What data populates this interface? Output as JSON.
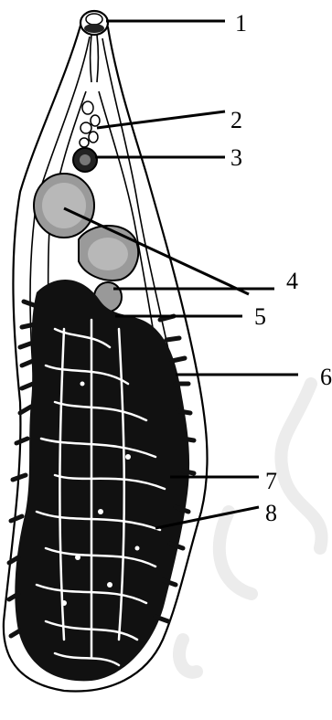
{
  "labels": [
    {
      "id": "1",
      "text": "1"
    },
    {
      "id": "2",
      "text": "2"
    },
    {
      "id": "3",
      "text": "3"
    },
    {
      "id": "4",
      "text": "4"
    },
    {
      "id": "5",
      "text": "5"
    },
    {
      "id": "6",
      "text": "6"
    },
    {
      "id": "7",
      "text": "7"
    },
    {
      "id": "8",
      "text": "8"
    }
  ],
  "colors": {
    "ink": "#000000",
    "paper": "#ffffff",
    "watermark": "#ececec"
  }
}
